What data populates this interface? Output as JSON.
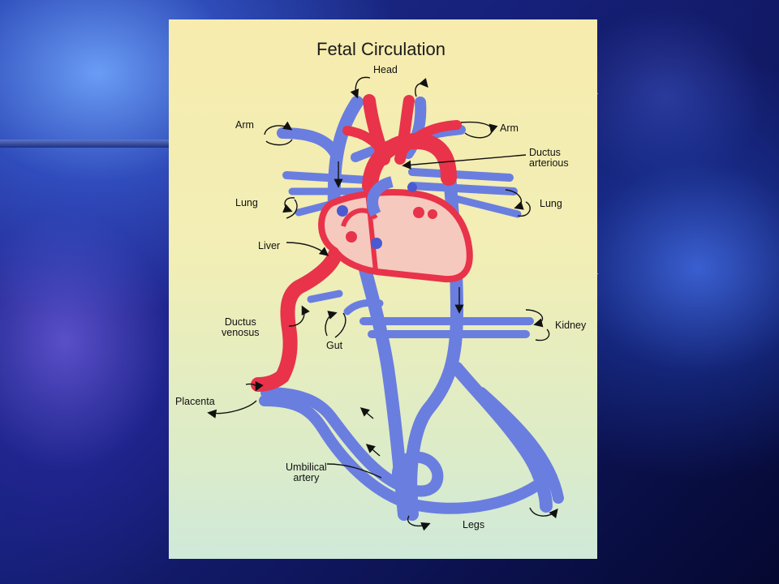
{
  "diagram": {
    "title": "Fetal Circulation",
    "labels": {
      "head": "Head",
      "arm_left": "Arm",
      "arm_right": "Arm",
      "ductus_arterious": "Ductus\narterious",
      "lung_left": "Lung",
      "lung_right": "Lung",
      "liver": "Liver",
      "ductus_venosus": "Ductus\nvenosus",
      "gut": "Gut",
      "kidney": "Kidney",
      "placenta": "Placenta",
      "umbilical_artery": "Umbilical\nartery",
      "legs": "Legs"
    },
    "edge_glyphs": {
      "r1": "r",
      "r2": "r"
    }
  },
  "colors": {
    "artery": "#e8334a",
    "vein": "#6a7ee0",
    "heart_fill": "#f6c9be",
    "heart_outline": "#e8334a",
    "panel_top": "#f7ecae",
    "panel_bottom": "#cfe9d9"
  }
}
